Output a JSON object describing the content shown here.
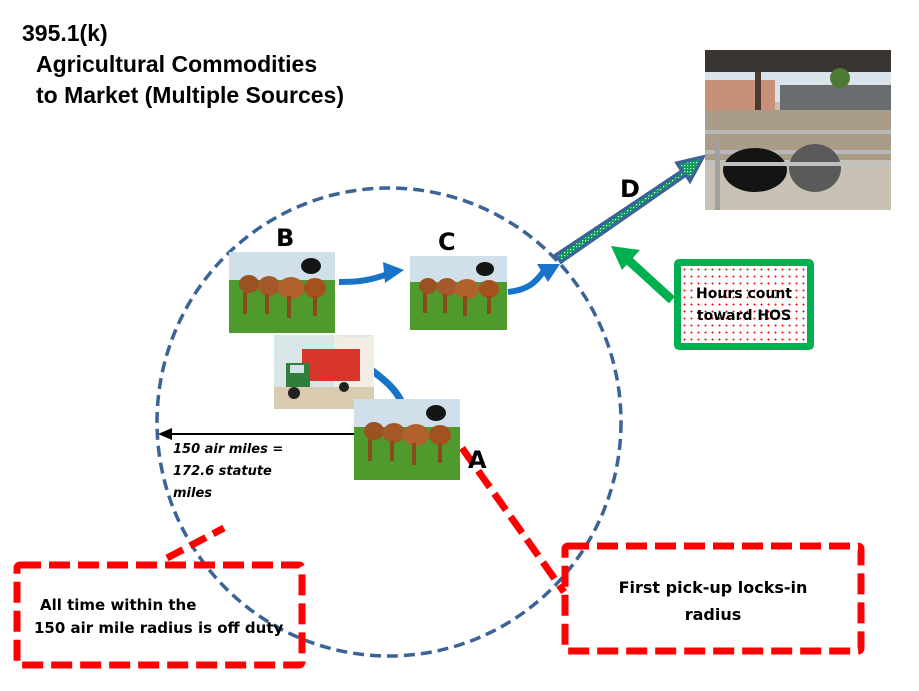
{
  "title": {
    "line1": "395.1(k)",
    "line2": "Agricultural Commodities",
    "line3": "to Market (Multiple Sources)"
  },
  "locations": {
    "a": "A",
    "b": "B",
    "c": "C",
    "d": "D"
  },
  "radius_label": {
    "line1": "150 air miles =",
    "line2": "172.6 statute",
    "line3": "miles"
  },
  "hos_callout": {
    "line1": "Hours count",
    "line2": "toward HOS"
  },
  "off_duty_callout": {
    "line1": "All time within the",
    "line2": "150 air mile radius is off duty"
  },
  "pickup_callout": {
    "line1": "First pick-up locks-in",
    "line2": "radius"
  },
  "images": {
    "cattle_a": "cattle-herd-photo",
    "cattle_b": "cattle-herd-photo",
    "cattle_c": "cattle-herd-photo",
    "truck": "livestock-truck-photo",
    "market": "livestock-market-photo"
  },
  "colors": {
    "circle": "#3a6396",
    "route_arrow": "#1874c8",
    "market_arrow_border": "#3a6396",
    "market_arrow_fill": "#00a050",
    "hos_green": "#00b050",
    "callout_red": "#ff0000"
  }
}
